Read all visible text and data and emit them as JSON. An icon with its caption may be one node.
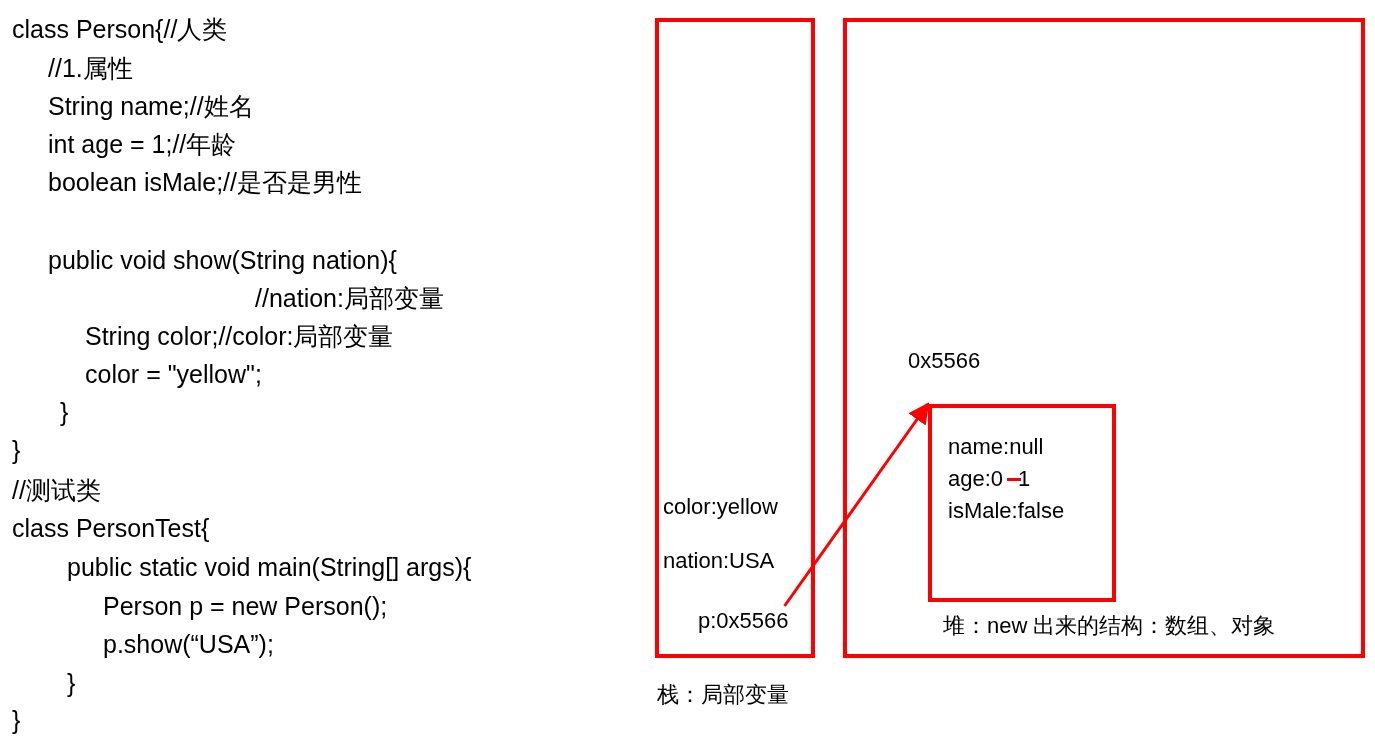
{
  "diagram": {
    "nodes": [
      {
        "text": [
          "color:yellow",
          "nation:USA",
          "栈：局部变量"
        ]
      },
      {
        "text": [
          "p:0x5566"
        ],
        "in": 0
      },
      {
        "text": [
          "堆：new 出来的结构：数组、对象"
        ]
      },
      {
        "text": [
          "name:null",
          "age:0",
          "1",
          "isMale:false"
        ],
        "in": 2,
        "beside": [
          "0x5566"
        ]
      }
    ],
    "edges": [
      {
        "from": 1,
        "to": 3,
        "arrow": "to"
      }
    ],
    "labels": [
      "class Person{//人类",
      "//1.属性",
      "String name;//姓名",
      "int age = 1;//年龄",
      "boolean isMale;//是否是男性",
      "public void show(String nation){",
      "//nation:局部变量",
      "String color;//color:局部变量",
      "color = \"yellow\";",
      "}",
      "}",
      "//测试类",
      "class PersonTest{",
      "public static void main(String[] args){",
      "Person p = new Person();",
      "p.show(“USA”);",
      "}",
      "}"
    ]
  }
}
